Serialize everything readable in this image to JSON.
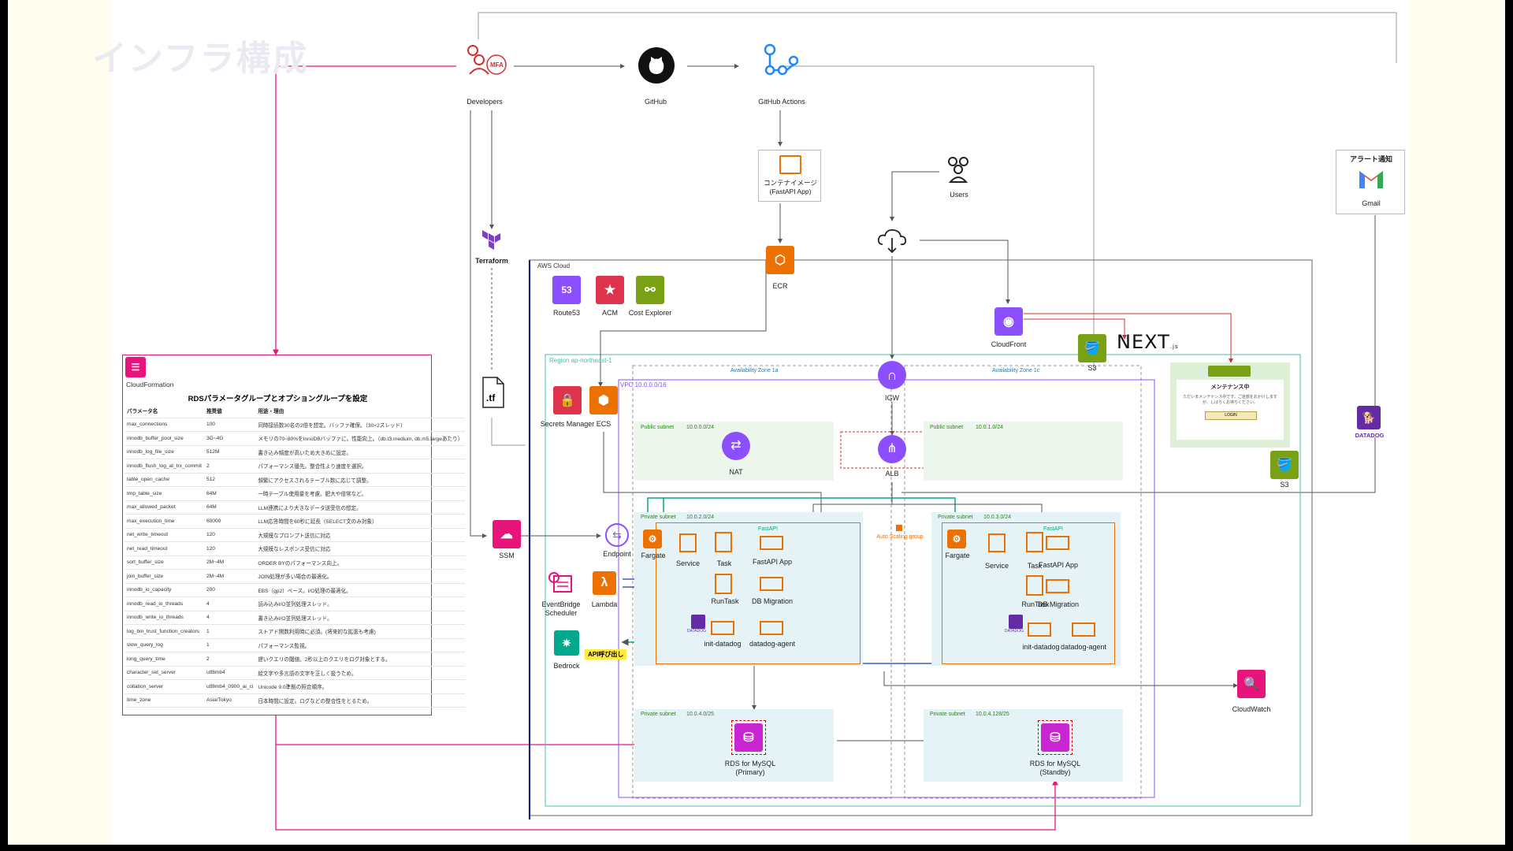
{
  "slide": {
    "watermark_title": "インフラ構成"
  },
  "developers": {
    "label": "Developers",
    "badge": "MFA"
  },
  "github": {
    "label": "GitHub"
  },
  "github_actions": {
    "label": "GitHub Actions"
  },
  "container_image": {
    "line1": "コンテナイメージ",
    "line2": "(FastAPI App)"
  },
  "users": {
    "label": "Users"
  },
  "alert": {
    "title": "アラート通知",
    "label": "Gmail"
  },
  "terraform": {
    "label": "Terraform",
    "file": ".tf"
  },
  "aws_cloud": {
    "label": "AWS Cloud"
  },
  "ecr": {
    "label": "ECR"
  },
  "route53": {
    "label": "Route53"
  },
  "acm": {
    "label": "ACM"
  },
  "cost_explorer": {
    "label": "Cost Explorer"
  },
  "cloudfront": {
    "label": "CloudFront"
  },
  "s3_top": {
    "label": "S3"
  },
  "s3_right": {
    "label": "S3"
  },
  "nextjs": {
    "label": "NEXT",
    "suffix": ".js"
  },
  "maintenance": {
    "title": "メンテナンス中",
    "body": "ただいまメンテナンス中です。ご迷惑をおかけしますが、しばらくお待ちください。",
    "button": "LOGIN"
  },
  "datadog": {
    "label": "DATADOG"
  },
  "region": {
    "label": "Region ap-northeast-1"
  },
  "az_a": {
    "label": "Availability Zone 1a"
  },
  "az_c": {
    "label": "Availability Zone 1c"
  },
  "vpc": {
    "label": "VPC 10.0.0.0/16"
  },
  "igw": {
    "label": "IGW"
  },
  "secrets_manager": {
    "label": "Secrets Manager"
  },
  "ecs": {
    "label": "ECS"
  },
  "public_a": {
    "label": "Public subnet",
    "cidr": "10.0.0.0/24"
  },
  "public_c": {
    "label": "Public subnet",
    "cidr": "10.0.1.0/24"
  },
  "nat": {
    "label": "NAT"
  },
  "alb": {
    "label": "ALB"
  },
  "private_a": {
    "label": "Private subnet",
    "cidr": "10.0.2.0/24"
  },
  "private_c": {
    "label": "Private subnet",
    "cidr": "10.0.3.0/24"
  },
  "asg": {
    "label": "Auto Scaling group"
  },
  "ssm": {
    "label": "SSM"
  },
  "endpoint": {
    "label": "Endpoint"
  },
  "eventbridge": {
    "line1": "EventBridge",
    "line2": "Scheduler"
  },
  "lambda": {
    "label": "Lambda"
  },
  "bedrock": {
    "label": "Bedrock",
    "badge": "API呼び出し"
  },
  "ecs_a": {
    "fargate": "Fargate",
    "service": "Service",
    "task": "Task",
    "fastapi_tag": "FastAPI",
    "fastapi_app": "FastAPI App",
    "runtask": "RunTask",
    "db_migration": "DB Migration",
    "init_datadog": "init-datadog",
    "datadog_agent": "datadog-agent",
    "dd_tag": "DATADOG"
  },
  "ecs_c": {
    "fargate": "Fargate",
    "service": "Service",
    "task": "Task",
    "fastapi_tag": "FastAPI",
    "fastapi_app": "FastAPI App",
    "runtask": "RunTask",
    "db_migration": "DB Migration",
    "init_datadog": "init-datadog",
    "datadog_agent": "datadog-agent",
    "dd_tag": "DATADOG"
  },
  "cloudwatch": {
    "label": "CloudWatch"
  },
  "db_private_a": {
    "label": "Private subnet",
    "cidr": "10.0.4.0/25"
  },
  "db_private_c": {
    "label": "Private subnet",
    "cidr": "10.0.4.128/25"
  },
  "rds_primary": {
    "line1": "RDS for MySQL",
    "line2": "(Primary)"
  },
  "rds_standby": {
    "line1": "RDS for MySQL",
    "line2": "(Standby)"
  },
  "cloudformation": {
    "label": "CloudFormation",
    "title": "RDSパラメータグループとオプショングループを設定",
    "headers": [
      "パラメータ名",
      "推奨値",
      "用途・理由"
    ],
    "rows": [
      [
        "max_connections",
        "100",
        "同時接続数30名の2倍を想定。バッファ確保。（30×2スレッド）"
      ],
      [
        "innodb_buffer_pool_size",
        "3G~4G",
        "メモリの70~80%をInnoDBバッファに。性能向上。（db.t3.medium, db.m5.largeあたり）"
      ],
      [
        "innodb_log_file_size",
        "512M",
        "書き込み頻度が高いため大きめに設定。"
      ],
      [
        "innodb_flush_log_at_trx_commit",
        "2",
        "パフォーマンス優先。整合性より速度を選択。"
      ],
      [
        "table_open_cache",
        "512",
        "頻繁にアクセスされるテーブル数に応じて調整。"
      ],
      [
        "tmp_table_size",
        "64M",
        "一時テーブル使用量を考慮。肥大や倍常など。"
      ],
      [
        "max_allowed_packet",
        "64M",
        "LLM連携により大きなデータ送受信の想定。"
      ],
      [
        "max_execution_time",
        "60000",
        "LLM応答時間を60秒に延長（SELECT文のみ対象）"
      ],
      [
        "net_write_timeout",
        "120",
        "大規模なプロンプト送信に対応"
      ],
      [
        "net_read_timeout",
        "120",
        "大規模なレスポンス受信に対応"
      ],
      [
        "sort_buffer_size",
        "2M~4M",
        "ORDER BYのパフォーマンス向上。"
      ],
      [
        "join_buffer_size",
        "2M~4M",
        "JOIN処理が多い場合の最適化。"
      ],
      [
        "innodb_io_capacity",
        "200",
        "EBS（gp2）ベース。I/O処理の最適化。"
      ],
      [
        "innodb_read_io_threads",
        "4",
        "読み込みI/O並列処理スレッド。"
      ],
      [
        "innodb_write_io_threads",
        "4",
        "書き込みI/O並列処理スレッド。"
      ],
      [
        "log_bin_trust_function_creators",
        "1",
        "ストアド関数利用時に必須。(将来的な拡張も考慮)"
      ],
      [
        "slow_query_log",
        "1",
        "パフォーマンス監視。"
      ],
      [
        "long_query_time",
        "2",
        "遅いクエリの閾値。2秒以上のクエリをログ対象とする。"
      ],
      [
        "character_set_server",
        "utf8mb4",
        "絵文字や多言語の文字を正しく扱うため。"
      ],
      [
        "collation_server",
        "utf8mb4_0900_ai_ci",
        "Unicode 9.0準拠の照合順序。"
      ],
      [
        "time_zone",
        "Asia/Tokyo",
        "日本時間に設定。ログなどの整合性をとるため。"
      ]
    ]
  },
  "colors": {
    "aws_orange": "#ed7100",
    "aws_pink": "#e7157b",
    "aws_purple": "#8c4fff",
    "aws_red": "#dd344c",
    "aws_green": "#7aa116",
    "aws_teal": "#01a88d",
    "public_green": "#248814",
    "private_blue": "#147eba",
    "cf_pink": "#e7157b",
    "line_navy": "#1a237e"
  }
}
